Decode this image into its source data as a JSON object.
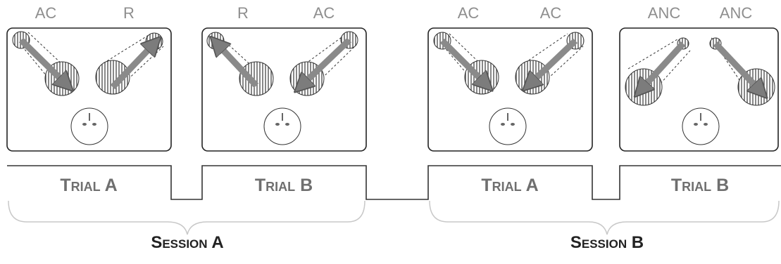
{
  "panels": [
    {
      "left": "AC",
      "right": "R"
    },
    {
      "left": "R",
      "right": "AC"
    },
    {
      "left": "AC",
      "right": "AC"
    },
    {
      "left": "ANC",
      "right": "ANC"
    }
  ],
  "trials": [
    "Trial A",
    "Trial B",
    "Trial A",
    "Trial B"
  ],
  "sessions": [
    "Session A",
    "Session B"
  ],
  "colors": {
    "outline": "#222222",
    "arrow": "#8a8a8a",
    "hatch": "#555555",
    "label_gray": "#8e8e8e",
    "trial_gray": "#6f6f6f",
    "brace": "#c8c8c8"
  }
}
